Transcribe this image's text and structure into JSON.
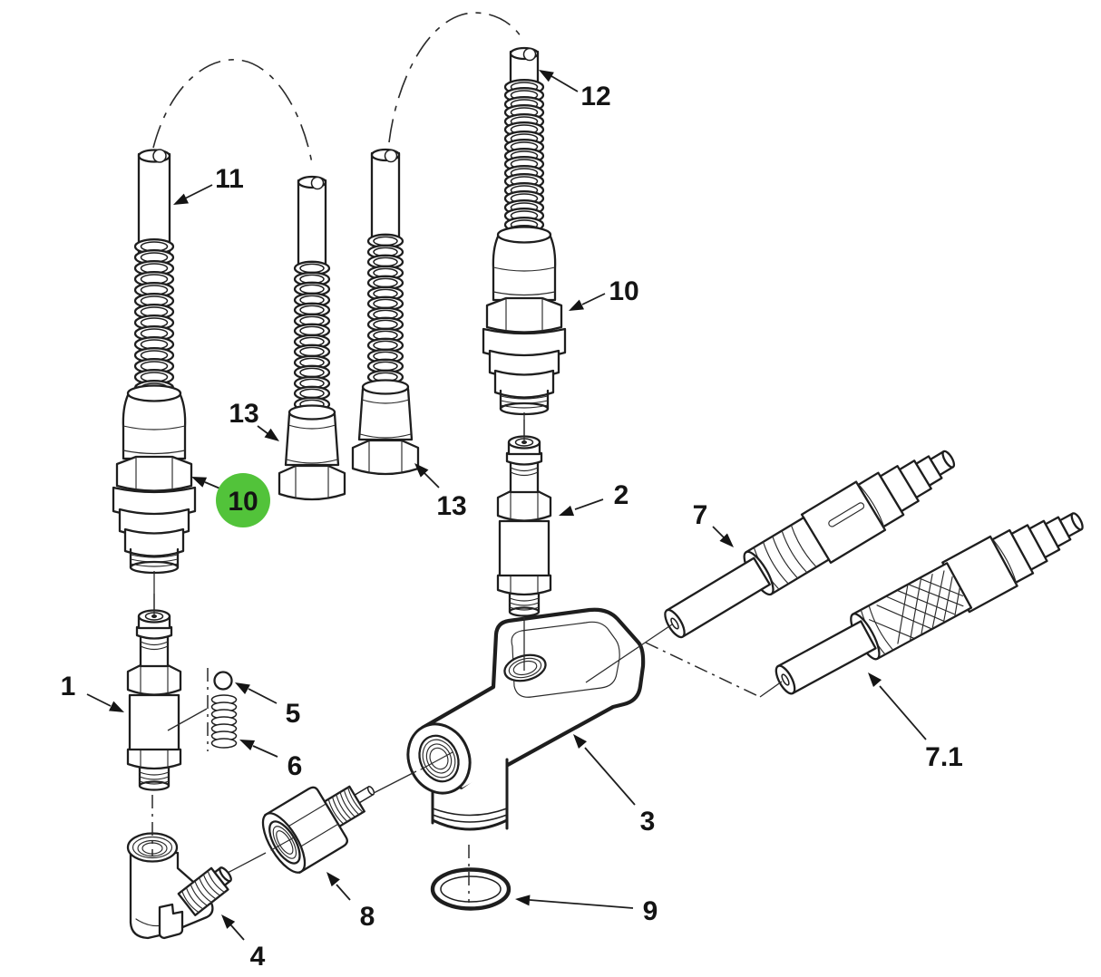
{
  "figure": {
    "type": "exploded-parts-diagram",
    "background_color": "#ffffff",
    "line_color": "#1e1e1e",
    "label_color": "#141414",
    "highlight_color": "#52c33a",
    "highlighted_part": "10"
  },
  "callouts": {
    "1": "1",
    "2": "2",
    "3": "3",
    "4": "4",
    "5": "5",
    "6": "6",
    "7": "7",
    "7_1": "7.1",
    "8": "8",
    "9": "9",
    "10": "10",
    "11": "11",
    "12": "12",
    "13": "13"
  }
}
